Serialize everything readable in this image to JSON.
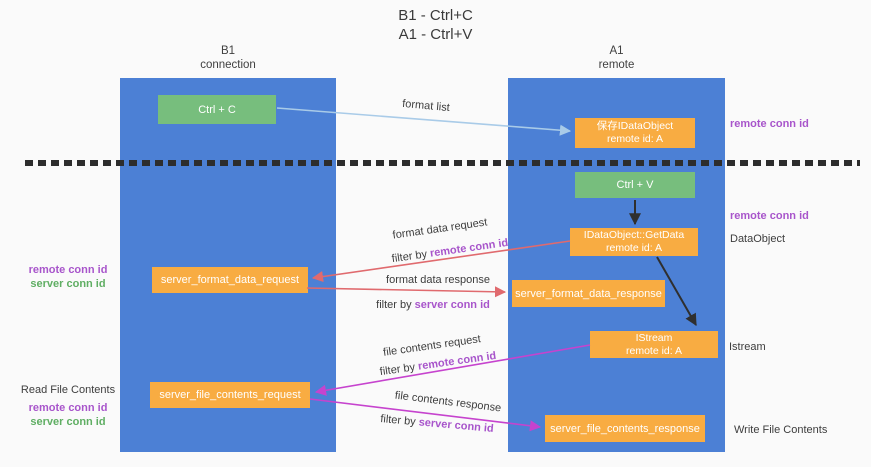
{
  "title": {
    "line1": "B1 - Ctrl+C",
    "line2": "A1 - Ctrl+V"
  },
  "lanes": {
    "left": {
      "name": "B1",
      "role": "connection"
    },
    "right": {
      "name": "A1",
      "role": "remote"
    }
  },
  "boxes": {
    "ctrl_c": {
      "label": "Ctrl + C"
    },
    "save_dataobject": {
      "line1": "保存IDataObject",
      "line2": "remote id: A"
    },
    "ctrl_v": {
      "label": "Ctrl + V"
    },
    "getdata": {
      "line1": "IDataObject::GetData",
      "line2": "remote id: A"
    },
    "server_format_data_request": {
      "label": "server_format_data_request"
    },
    "server_format_data_response": {
      "label": "server_format_data_response"
    },
    "istream": {
      "line1": "IStream",
      "line2": "remote id: A"
    },
    "server_file_contents_request": {
      "label": "server_file_contents_request"
    },
    "server_file_contents_response": {
      "label": "server_file_contents_response"
    }
  },
  "arrows": {
    "format_list": {
      "label": "format list"
    },
    "format_data_request": {
      "label": "format data request",
      "filter_prefix": "filter by ",
      "filter_key": "remote conn id"
    },
    "format_data_response": {
      "label": "format data response",
      "filter_prefix": "filter by ",
      "filter_key": "server conn id"
    },
    "file_contents_request": {
      "label": "file contents request",
      "filter_prefix": "filter by ",
      "filter_key": "remote conn id"
    },
    "file_contents_response": {
      "label": "file contents response",
      "filter_prefix": "filter by ",
      "filter_key": "server conn id"
    }
  },
  "annotations": {
    "right_top_remote_conn_id": "remote conn id",
    "right_mid_remote_conn_id": "remote conn id",
    "right_dataobject": "DataObject",
    "right_istream": "Istream",
    "right_write_file_contents": "Write File Contents",
    "left_mid_remote_conn_id": "remote conn id",
    "left_mid_server_conn_id": "server conn id",
    "left_read_file_contents": "Read File Contents",
    "left_bottom_remote_conn_id": "remote conn id",
    "left_bottom_server_conn_id": "server conn id"
  },
  "colors": {
    "lane_blue": "#4C80D5",
    "box_orange": "#F8AC42",
    "box_green": "#77BE7D",
    "arrow_light_blue": "#A9CBE8",
    "arrow_red": "#E06A6E",
    "arrow_magenta": "#C643CE",
    "arrow_black": "#2F2F2F",
    "annotation_purple": "#A855CB",
    "annotation_green": "#5FAE63"
  }
}
